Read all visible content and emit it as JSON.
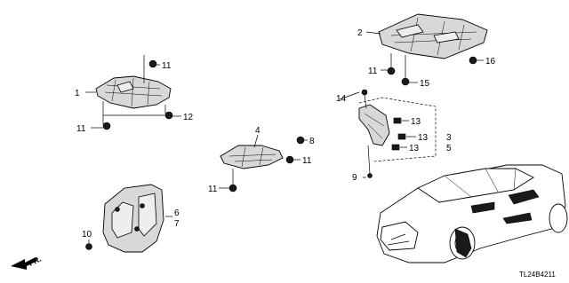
{
  "callouts": {
    "c1": "1",
    "c2": "2",
    "c3": "3",
    "c4": "4",
    "c5": "5",
    "c6": "6",
    "c7": "7",
    "c8": "8",
    "c9": "9",
    "c10": "10",
    "c11a": "11",
    "c11b": "11",
    "c11c": "11",
    "c11d": "11",
    "c11e": "11",
    "c12": "12",
    "c13a": "13",
    "c13b": "13",
    "c13c": "13",
    "c14": "14",
    "c15": "15",
    "c16": "16"
  },
  "direction_label": "FR.",
  "diagram_code": "TL24B4211",
  "colors": {
    "line": "#000000",
    "part_fill": "#d8d8d8",
    "highlight_fill": "#1a1a1a",
    "background": "#ffffff"
  }
}
